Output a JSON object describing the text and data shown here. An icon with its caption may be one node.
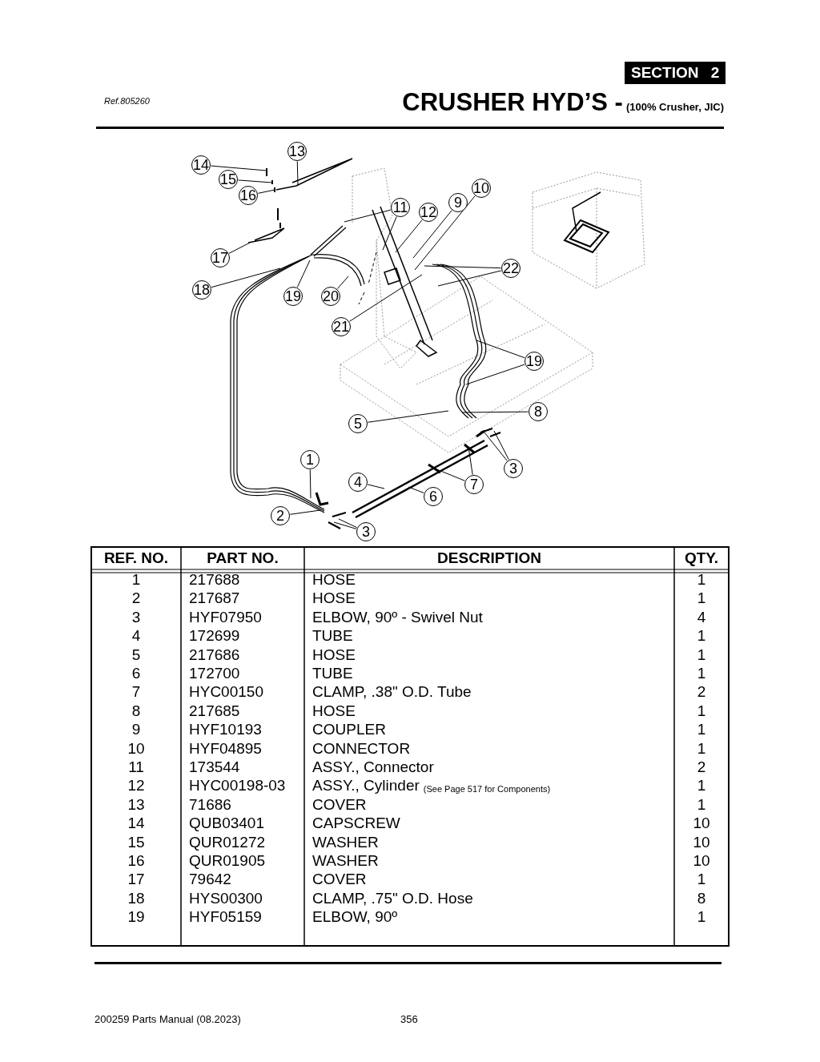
{
  "diagram": {
    "title": "CRUSHER HYD’S -",
    "nodes": [
      {
        "text": [
          "13"
        ]
      },
      {
        "text": [
          "14"
        ]
      },
      {
        "text": [
          "15"
        ]
      },
      {
        "text": [
          "16"
        ]
      },
      {
        "text": [
          "10"
        ]
      },
      {
        "text": [
          "9"
        ]
      },
      {
        "text": [
          "11"
        ]
      },
      {
        "text": [
          "12"
        ]
      },
      {
        "text": [
          "17"
        ]
      },
      {
        "text": [
          "22"
        ]
      },
      {
        "text": [
          "18"
        ]
      },
      {
        "text": [
          "19"
        ]
      },
      {
        "text": [
          "20"
        ]
      },
      {
        "text": [
          "21"
        ]
      },
      {
        "text": [
          "19"
        ]
      },
      {
        "text": [
          "8"
        ]
      },
      {
        "text": [
          "5"
        ]
      },
      {
        "text": [
          "1"
        ]
      },
      {
        "text": [
          "3"
        ]
      },
      {
        "text": [
          "4"
        ]
      },
      {
        "text": [
          "7"
        ]
      },
      {
        "text": [
          "6"
        ]
      },
      {
        "text": [
          "2"
        ]
      },
      {
        "text": [
          "3"
        ]
      }
    ],
    "edges": [
      {
        "from": 0,
        "to": null,
        "arrow": "none"
      },
      {
        "from": 1,
        "to": null,
        "arrow": "none"
      },
      {
        "from": 2,
        "to": null,
        "arrow": "none"
      },
      {
        "from": 3,
        "to": null,
        "arrow": "none"
      },
      {
        "from": 4,
        "to": null,
        "arrow": "none"
      },
      {
        "from": 5,
        "to": null,
        "arrow": "none"
      },
      {
        "from": 6,
        "to": null,
        "arrow": "none"
      },
      {
        "from": 6,
        "to": null,
        "arrow": "none"
      },
      {
        "from": 7,
        "to": null,
        "arrow": "none"
      },
      {
        "from": 8,
        "to": null,
        "arrow": "none"
      },
      {
        "from": 9,
        "to": null,
        "arrow": "none"
      },
      {
        "from": 9,
        "to": null,
        "arrow": "none"
      },
      {
        "from": 10,
        "to": null,
        "arrow": "none"
      },
      {
        "from": 11,
        "to": null,
        "arrow": "none"
      },
      {
        "from": 12,
        "to": null,
        "arrow": "none"
      },
      {
        "from": 13,
        "to": null,
        "arrow": "none"
      },
      {
        "from": 14,
        "to": null,
        "arrow": "none"
      },
      {
        "from": 14,
        "to": null,
        "arrow": "none"
      },
      {
        "from": 15,
        "to": null,
        "arrow": "none"
      },
      {
        "from": 16,
        "to": null,
        "arrow": "none"
      },
      {
        "from": 18,
        "to": null,
        "arrow": "none"
      },
      {
        "from": 18,
        "to": null,
        "arrow": "none"
      },
      {
        "from": 20,
        "to": null,
        "arrow": "none"
      },
      {
        "from": 20,
        "to": null,
        "arrow": "none"
      },
      {
        "from": 21,
        "to": null,
        "arrow": "none"
      },
      {
        "from": 19,
        "to": null,
        "arrow": "none"
      },
      {
        "from": 17,
        "to": null,
        "arrow": "none"
      },
      {
        "from": 22,
        "to": null,
        "arrow": "none"
      },
      {
        "from": 23,
        "to": null,
        "arrow": "none"
      },
      {
        "from": 23,
        "to": null,
        "arrow": "none"
      }
    ],
    "labels": [
      "SECTION 2",
      "Ref.805260",
      "(100% Crusher, JIC)",
      "REF. NO.",
      "PART NO.",
      "DESCRIPTION",
      "QTY.",
      "1",
      "217688",
      "HOSE",
      "1",
      "2",
      "217687",
      "HOSE",
      "1",
      "3",
      "HYF07950",
      "ELBOW, 90º - Swivel Nut",
      "4",
      "4",
      "172699",
      "TUBE",
      "1",
      "5",
      "217686",
      "HOSE",
      "1",
      "6",
      "172700",
      "TUBE",
      "1",
      "7",
      "HYC00150",
      "CLAMP, .38\" O.D. Tube",
      "2",
      "8",
      "217685",
      "HOSE",
      "1",
      "9",
      "HYF10193",
      "COUPLER",
      "1",
      "10",
      "HYF04895",
      "CONNECTOR",
      "1",
      "11",
      "173544",
      "ASSY., Connector",
      "2",
      "12",
      "HYC00198-03",
      "ASSY., Cylinder",
      "(See Page 517 for Components)",
      "1",
      "13",
      "71686",
      "COVER",
      "1",
      "14",
      "QUB03401",
      "CAPSCREW",
      "10",
      "15",
      "QUR01272",
      "WASHER",
      "10",
      "16",
      "QUR01905",
      "WASHER",
      "10",
      "17",
      "79642",
      "COVER",
      "1",
      "18",
      "HYS00300",
      "CLAMP, .75\" O.D. Hose",
      "8",
      "19",
      "HYF05159",
      "ELBOW, 90º",
      "1",
      "200259 Parts Manual (08.2023)",
      "356"
    ]
  }
}
